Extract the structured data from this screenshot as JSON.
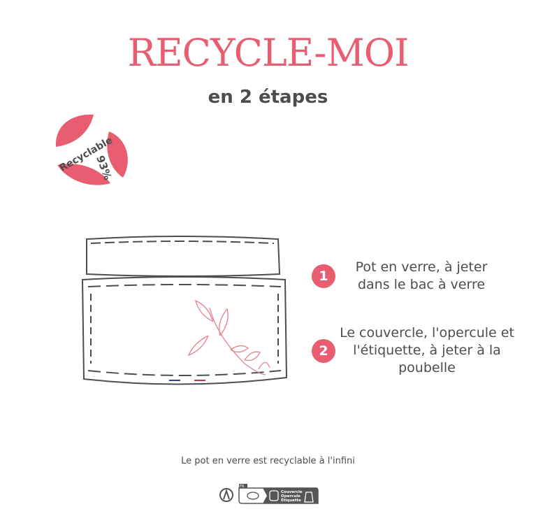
{
  "title": "RECYCLE-MOI",
  "subtitle": "en 2 étapes",
  "badge": {
    "label": "Recyclable",
    "percent": "93%"
  },
  "steps": [
    {
      "number": "1",
      "text": "Pot en verre, à jeter dans le bac à verre"
    },
    {
      "number": "2",
      "text": "Le couvercle, l'opercule et l'étiquette, à jeter à la poubelle"
    }
  ],
  "footer": "Le pot en verre est recyclable à l'infini",
  "triman": {
    "country": "FR",
    "items": [
      "Couvercle",
      "Opercule",
      "Étiquette"
    ]
  },
  "colors": {
    "accent": "#e85d70",
    "text": "#4d4d4f"
  }
}
